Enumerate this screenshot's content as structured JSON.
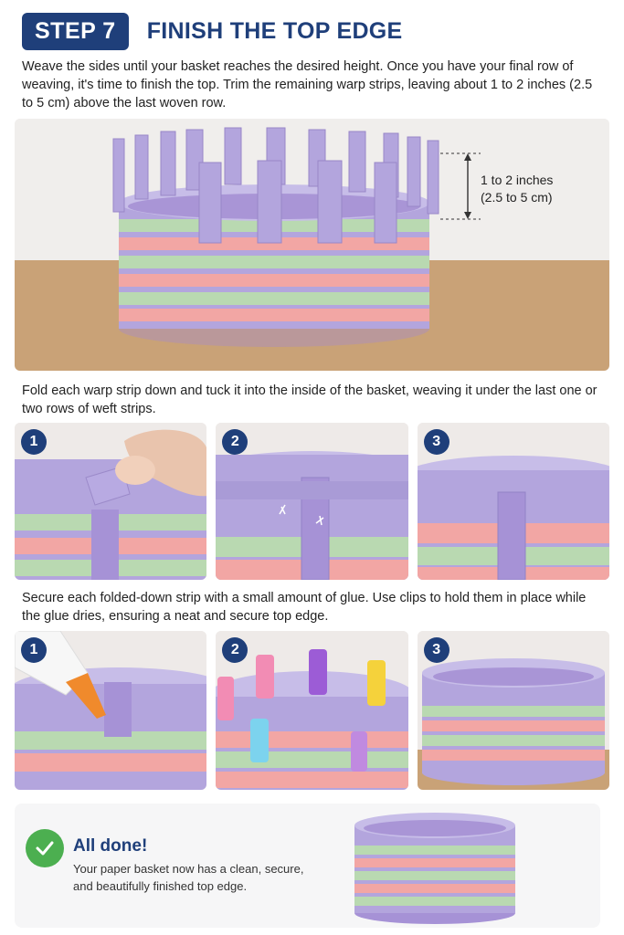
{
  "step": {
    "badge": "STEP 7",
    "title": "FINISH THE TOP EDGE"
  },
  "intro": "Weave the sides until your basket reaches the desired height. Once you have your final row of weaving, it's time to finish the top. Trim the remaining warp strips, leaving about 1 to 2 inches (2.5 to 5 cm) above the last woven row.",
  "hero": {
    "measure_line1": "1 to 2 inches",
    "measure_line2": "(2.5 to 5 cm)"
  },
  "fold": {
    "text": "Fold each warp strip down and tuck it into the inside of the basket, weaving it under the last one or two rows of weft strips.",
    "steps": [
      "1",
      "2",
      "3"
    ]
  },
  "glue": {
    "text": "Secure each folded-down strip with a small amount of glue. Use clips to hold them in place while the glue dries, ensuring a neat and secure top edge.",
    "steps": [
      "1",
      "2",
      "3"
    ]
  },
  "done": {
    "title": "All done!",
    "text": "Your paper basket now has a clean, secure, and beautifully finished top edge."
  },
  "colors": {
    "navy": "#1f3f7a",
    "lavender": "#b3a5dd",
    "pink": "#f2a6a4",
    "mint": "#b9d9b1",
    "check_green": "#4caf50"
  }
}
